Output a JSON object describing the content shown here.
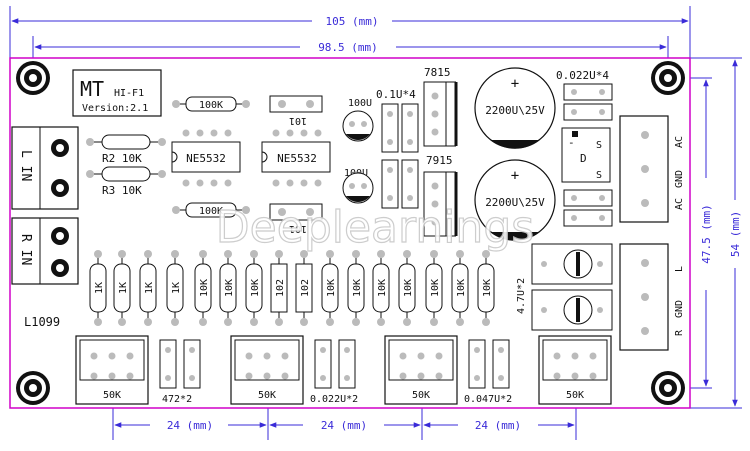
{
  "dimensions": {
    "top_outer": "105 (mm)",
    "top_inner": "98.5 (mm)",
    "right_inner": "47.5 (mm)",
    "right_outer": "54 (mm)",
    "bottom_spacing": [
      "24 (mm)",
      "24 (mm)",
      "24 (mm)"
    ]
  },
  "board": {
    "logo": "MT",
    "logo_sub": "HI-F1",
    "version": "Version:2.1",
    "model": "L1099",
    "watermark": "Deeplearnings"
  },
  "inputs": {
    "left": "L IN",
    "right": "R IN"
  },
  "resistors": {
    "top": "100K",
    "mid": "100K",
    "r2": "R2 10K",
    "r3": "R3 10K",
    "row": [
      "1K",
      "1K",
      "1K",
      "1K",
      "10K",
      "10K",
      "10K",
      "102",
      "102",
      "10K",
      "10K",
      "10K",
      "10K",
      "10K",
      "10K",
      "10K"
    ]
  },
  "chips": [
    "NE5532",
    "NE5532"
  ],
  "caps": {
    "c101a": "101",
    "c101b": "101",
    "elec_small_top": "100U",
    "elec_small_bot": "100U",
    "film_top": "0.1U*4",
    "reg1": "7815",
    "reg2": "7915",
    "big1": "2200U\\25V",
    "big2": "2200U\\25V",
    "c0022x4": "0.022U*4",
    "c47x2": "4.7U*2",
    "c472x2": "472*2",
    "c0022x2": "0.022U*2",
    "c0047x2": "0.047U*2"
  },
  "bridge": {
    "d": "D",
    "s1": "S",
    "s2": "S",
    "minus": "-"
  },
  "ac_labels": [
    "AC",
    "GND",
    "AC"
  ],
  "out_labels": [
    "R",
    "GND",
    "L"
  ],
  "pots": [
    "50K",
    "50K",
    "50K",
    "50K"
  ],
  "colors": {
    "dimension": "#3a2bd8",
    "board_outline": "#d100c8",
    "silk": "#111111"
  }
}
